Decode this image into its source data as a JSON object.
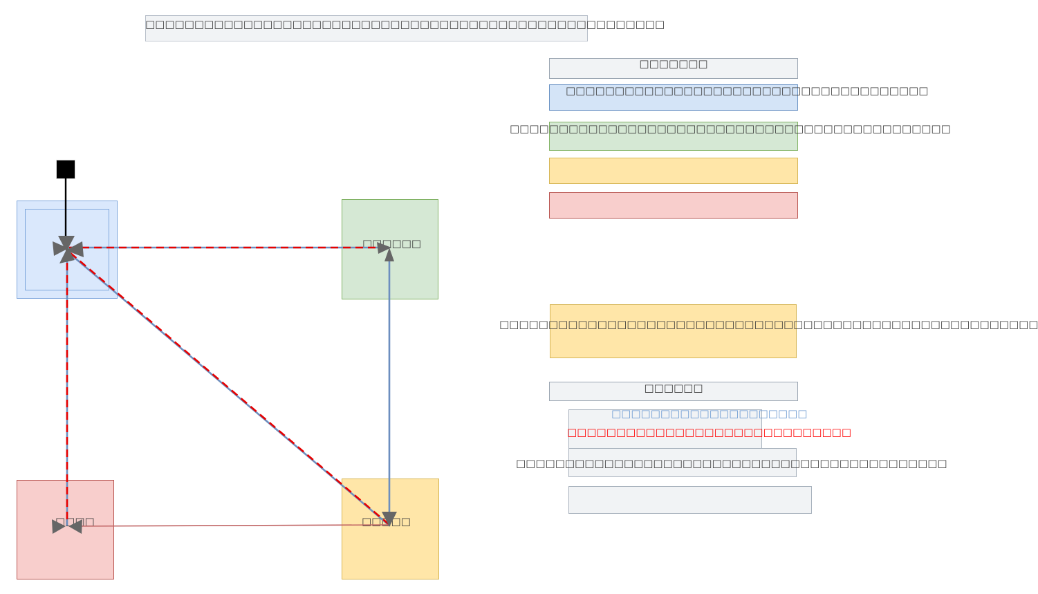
{
  "document": {
    "title_bar_text": "□□□□□□□□□□□□□□□□□□□□□□□□□□□□□□□□□□□□□□□□□□□□□□□□□□□□□"
  },
  "legend": {
    "header_label": "□□□□□□□",
    "items": [
      {
        "swatch": "blue",
        "color": "#dae8fc",
        "border": "#6a92c4",
        "label": "□□□□□□□□□□□□□□□□□□□□□□□□□□□□□□□□□□□□□"
      },
      {
        "swatch": "green",
        "color": "#d5e8d4",
        "border": "#82b366",
        "label": "□□□□□□□□□□□□□□□□□□□□□□□□□□□□□□□□□□□□□□□□□□□□□"
      },
      {
        "swatch": "yellow",
        "color": "#ffe6a8",
        "border": "#d6b656",
        "label": ""
      },
      {
        "swatch": "red",
        "color": "#f8cecc",
        "border": "#b85450",
        "label": ""
      }
    ]
  },
  "note_panel": {
    "text": "□□□□□□□□□□□□□□□□□□□□□□□□□□□□□□□□□□□□□□□□□□□□□□□□□□□□□□□"
  },
  "detail_panel": {
    "header_label": "□□□□□□",
    "rows": [
      {
        "text": "□□□□□□□□□□□□□□□□□□□□",
        "style": "blue"
      },
      {
        "text": "□□□□□□□□□□□□□□□□□□□□□□□□□□□□□",
        "style": "red"
      },
      {
        "text": "□□□□□□□□□□□□□□□□□□□□□□□□□□□□□□□□□□□□□□□□□□□□",
        "style": "dark"
      },
      {
        "text": "",
        "style": "dark"
      }
    ]
  },
  "diagram": {
    "nodes": [
      {
        "id": "source-marker",
        "shape": "square",
        "fill": "#000000",
        "label": ""
      },
      {
        "id": "blue-node",
        "fill": "#dae8fc",
        "label": ""
      },
      {
        "id": "green-node",
        "fill": "#d5e8d4",
        "label": "□□□□□□"
      },
      {
        "id": "yellow-node",
        "fill": "#ffe6a8",
        "label": "□□□□□"
      },
      {
        "id": "red-node",
        "fill": "#f8cecc",
        "label": "□□□□"
      }
    ],
    "edge_colors": {
      "primary_red": "#e60000",
      "secondary_blue": "#6c8ebf",
      "pink_link": "#c06464",
      "stem_black": "#000000",
      "arrowhead": "#666666"
    }
  }
}
